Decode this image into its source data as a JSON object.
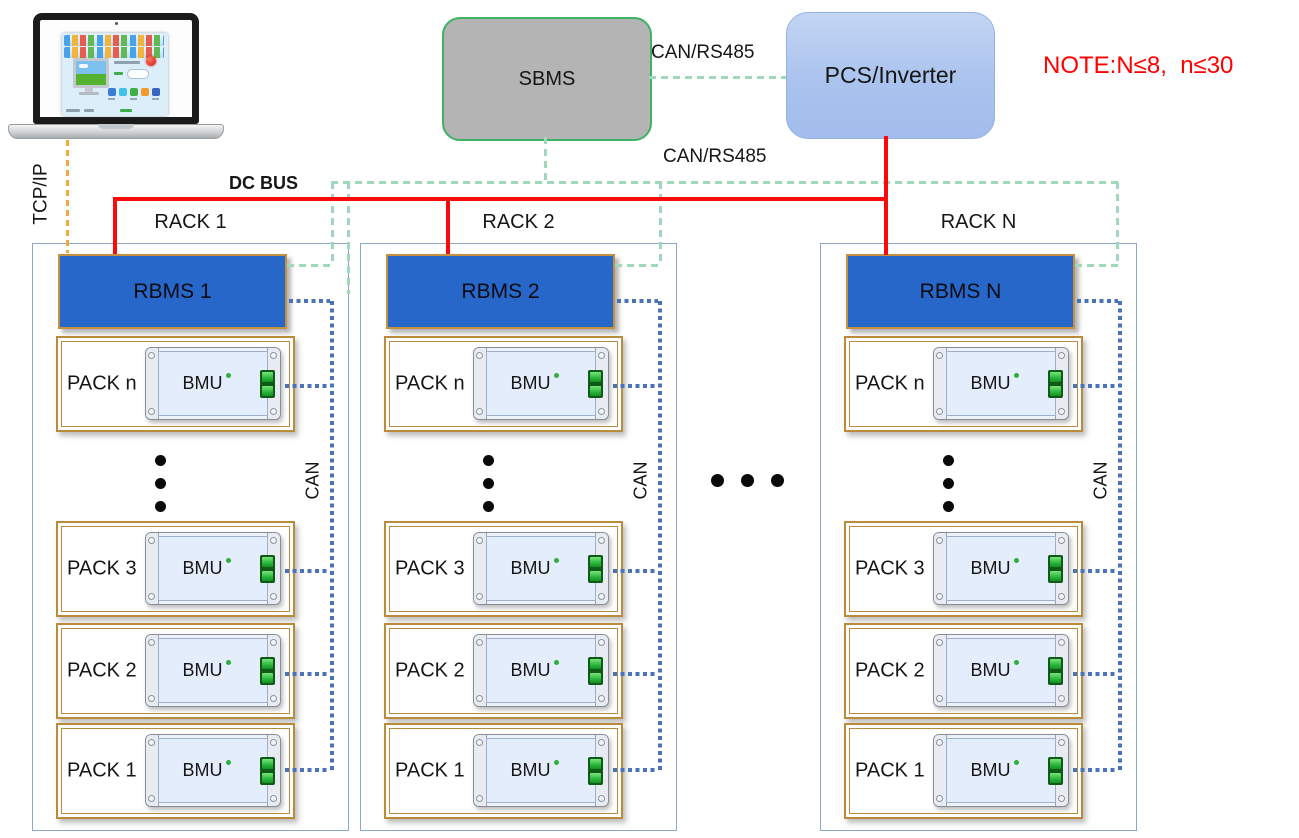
{
  "note": {
    "text": "NOTE:N≤8,  n≤30"
  },
  "nodes": {
    "sbms_label": "SBMS",
    "pcs_label": "PCS/Inverter"
  },
  "links": {
    "tcpip_label": "TCP/IP",
    "sbms_pcs_label": "CAN/RS485",
    "rbms_bus_label": "CAN/RS485",
    "dc_bus_label": "DC BUS"
  },
  "racks": [
    {
      "title": "RACK 1",
      "rbms": "RBMS 1",
      "can": "CAN",
      "bmu": "BMU",
      "packs": [
        "PACK n",
        "PACK 3",
        "PACK 2",
        "PACK 1"
      ]
    },
    {
      "title": "RACK 2",
      "rbms": "RBMS 2",
      "can": "CAN",
      "bmu": "BMU",
      "packs": [
        "PACK n",
        "PACK 3",
        "PACK 2",
        "PACK 1"
      ]
    },
    {
      "title": "RACK N",
      "rbms": "RBMS N",
      "can": "CAN",
      "bmu": "BMU",
      "packs": [
        "PACK n",
        "PACK 3",
        "PACK 2",
        "PACK 1"
      ]
    }
  ],
  "colors": {
    "dc_bus_line": "#fb0a0a",
    "can_dotted_line": "#4a72b8",
    "rs485_dashed_line": "#9fd8ba",
    "tcpip_dashed_line": "#f0a83f",
    "note_text": "#fe0000",
    "rbms_fill": "#2767c9",
    "pack_border": "#bb8b3c",
    "sbms_fill": "#b4b4b4",
    "sbms_border": "#3db263",
    "pcs_fill": "#aac3ee"
  }
}
